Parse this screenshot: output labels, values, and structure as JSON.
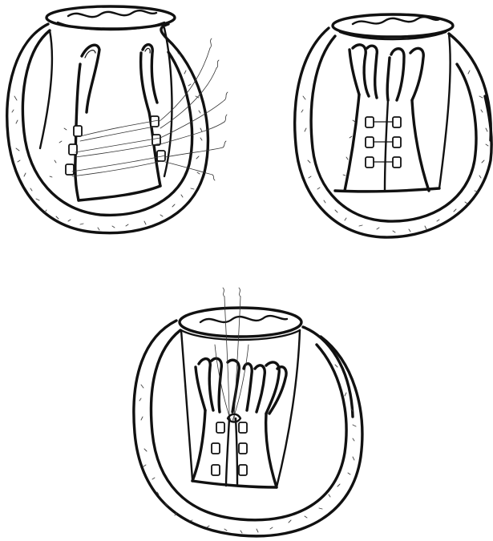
{
  "figure": {
    "panels": [
      {
        "id": "panel-top-left"
      },
      {
        "id": "panel-top-right"
      },
      {
        "id": "panel-bottom-center"
      }
    ]
  }
}
